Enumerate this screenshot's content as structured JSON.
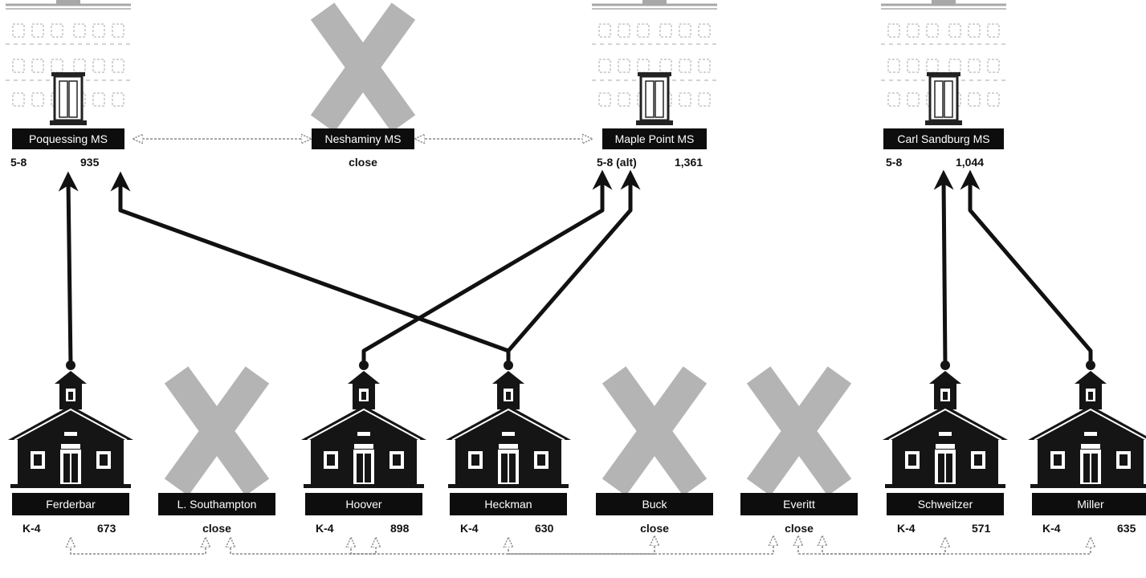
{
  "middle_schools": [
    {
      "name": "Poquessing MS",
      "grades": "5-8",
      "enrollment": "935",
      "status": "open"
    },
    {
      "name": "Neshaminy MS",
      "note": "close",
      "status": "closed"
    },
    {
      "name": "Maple Point MS",
      "grades": "5-8 (alt)",
      "enrollment": "1,361",
      "status": "open"
    },
    {
      "name": "Carl Sandburg MS",
      "grades": "5-8",
      "enrollment": "1,044",
      "status": "open"
    }
  ],
  "elementary_schools": [
    {
      "name": "Ferderbar",
      "grades": "K-4",
      "enrollment": "673",
      "status": "open"
    },
    {
      "name": "L. Southampton",
      "note": "close",
      "status": "closed"
    },
    {
      "name": "Hoover",
      "grades": "K-4",
      "enrollment": "898",
      "status": "open"
    },
    {
      "name": "Heckman",
      "grades": "K-4",
      "enrollment": "630",
      "status": "open"
    },
    {
      "name": "Buck",
      "note": "close",
      "status": "closed"
    },
    {
      "name": "Everitt",
      "note": "close",
      "status": "closed"
    },
    {
      "name": "Schweitzer",
      "grades": "K-4",
      "enrollment": "571",
      "status": "open"
    },
    {
      "name": "Miller",
      "grades": "K-4",
      "enrollment": "635",
      "status": "open"
    }
  ],
  "feeds": [
    {
      "from": "Ferderbar",
      "to": "Poquessing MS"
    },
    {
      "from": "Heckman",
      "to": "Poquessing MS"
    },
    {
      "from": "Hoover",
      "to": "Maple Point MS"
    },
    {
      "from": "Heckman",
      "to": "Maple Point MS"
    },
    {
      "from": "Schweitzer",
      "to": "Carl Sandburg MS"
    },
    {
      "from": "Miller",
      "to": "Carl Sandburg MS"
    }
  ],
  "reassignments": [
    {
      "from": "Neshaminy MS",
      "to": "Poquessing MS"
    },
    {
      "from": "Neshaminy MS",
      "to": "Maple Point MS"
    },
    {
      "from": "L. Southampton",
      "to": "Ferderbar"
    },
    {
      "from": "L. Southampton",
      "to": "Hoover"
    },
    {
      "from": "Buck",
      "to": "Heckman"
    },
    {
      "from": "Everitt",
      "to": "Hoover"
    },
    {
      "from": "Everitt",
      "to": "Schweitzer"
    },
    {
      "from": "Everitt",
      "to": "Miller"
    }
  ],
  "colors": {
    "label_bg": "#0d0d0d",
    "label_text": "#ffffff",
    "feed_line": "#111111",
    "reassign_line": "#8a8a8a",
    "closed_x": "#b4b4b4",
    "elem_building": "#151515",
    "ms_building": "#a8a8a8"
  },
  "icons": {
    "open_elementary": "schoolhouse-icon",
    "open_middle": "school-building-icon",
    "closed": "closed-x-icon"
  }
}
